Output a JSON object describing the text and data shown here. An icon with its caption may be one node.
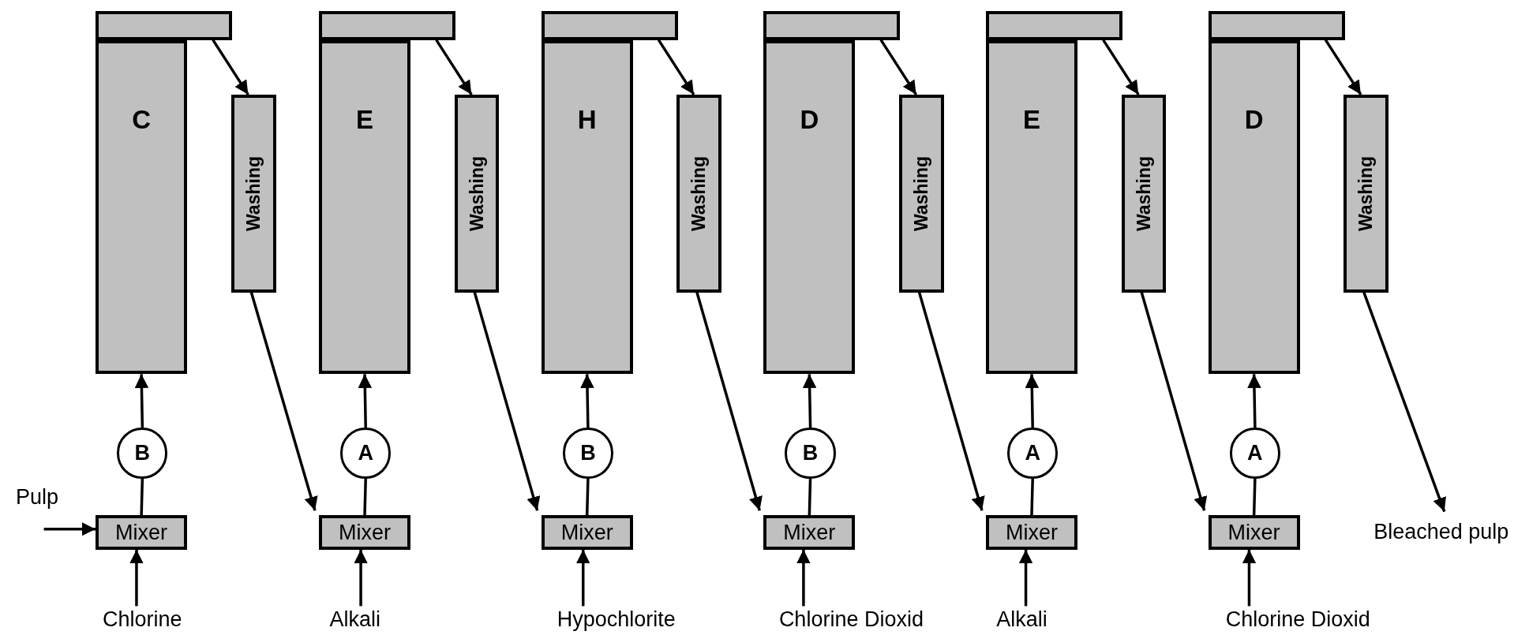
{
  "diagram": {
    "nodes": [
      {
        "text": [
          "C"
        ]
      },
      {
        "text": [],
        "shape": "box"
      },
      {
        "text": [
          "Washing"
        ]
      },
      {
        "text": [
          "B"
        ]
      },
      {
        "text": [
          "Mixer"
        ]
      },
      {
        "text": [
          "Chlorine"
        ]
      },
      {
        "text": [
          "E"
        ]
      },
      {
        "text": [],
        "shape": "box"
      },
      {
        "text": [
          "Washing"
        ]
      },
      {
        "text": [
          "A"
        ]
      },
      {
        "text": [
          "Mixer"
        ]
      },
      {
        "text": [
          "Alkali"
        ]
      },
      {
        "text": [
          "H"
        ]
      },
      {
        "text": [],
        "shape": "box"
      },
      {
        "text": [
          "Washing"
        ]
      },
      {
        "text": [
          "B"
        ]
      },
      {
        "text": [
          "Mixer"
        ]
      },
      {
        "text": [
          "Hypochlorite"
        ]
      },
      {
        "text": [
          "D"
        ]
      },
      {
        "text": [],
        "shape": "box"
      },
      {
        "text": [
          "Washing"
        ]
      },
      {
        "text": [
          "B"
        ]
      },
      {
        "text": [
          "Mixer"
        ]
      },
      {
        "text": [
          "Chlorine Dioxid"
        ]
      },
      {
        "text": [
          "E"
        ]
      },
      {
        "text": [],
        "shape": "box"
      },
      {
        "text": [
          "Washing"
        ]
      },
      {
        "text": [
          "A"
        ]
      },
      {
        "text": [
          "Mixer"
        ]
      },
      {
        "text": [
          "Alkali"
        ]
      },
      {
        "text": [
          "D"
        ]
      },
      {
        "text": [],
        "shape": "box"
      },
      {
        "text": [
          "Washing"
        ]
      },
      {
        "text": [
          "A"
        ]
      },
      {
        "text": [
          "Mixer"
        ]
      },
      {
        "text": [
          "Chlorine Dioxid"
        ]
      },
      {
        "text": [
          "Pulp"
        ]
      },
      {
        "text": [
          "Bleached pulp"
        ]
      }
    ],
    "edges": [
      {
        "from": 36,
        "to": 4,
        "arrow": "to"
      },
      {
        "from": 5,
        "to": 4,
        "arrow": "to"
      },
      {
        "from": 4,
        "to": 3,
        "arrow": "none"
      },
      {
        "from": 3,
        "to": 0,
        "arrow": "to"
      },
      {
        "from": 1,
        "to": 2,
        "arrow": "to"
      },
      {
        "from": 2,
        "to": 10,
        "arrow": "to"
      },
      {
        "from": 11,
        "to": 10,
        "arrow": "to"
      },
      {
        "from": 10,
        "to": 9,
        "arrow": "none"
      },
      {
        "from": 9,
        "to": 6,
        "arrow": "to"
      },
      {
        "from": 7,
        "to": 8,
        "arrow": "to"
      },
      {
        "from": 8,
        "to": 16,
        "arrow": "to"
      },
      {
        "from": 17,
        "to": 16,
        "arrow": "to"
      },
      {
        "from": 16,
        "to": 15,
        "arrow": "none"
      },
      {
        "from": 15,
        "to": 12,
        "arrow": "to"
      },
      {
        "from": 13,
        "to": 14,
        "arrow": "to"
      },
      {
        "from": 14,
        "to": 22,
        "arrow": "to"
      },
      {
        "from": 23,
        "to": 22,
        "arrow": "to"
      },
      {
        "from": 22,
        "to": 21,
        "arrow": "none"
      },
      {
        "from": 21,
        "to": 18,
        "arrow": "to"
      },
      {
        "from": 19,
        "to": 20,
        "arrow": "to"
      },
      {
        "from": 20,
        "to": 28,
        "arrow": "to"
      },
      {
        "from": 29,
        "to": 28,
        "arrow": "to"
      },
      {
        "from": 28,
        "to": 27,
        "arrow": "none"
      },
      {
        "from": 27,
        "to": 24,
        "arrow": "to"
      },
      {
        "from": 25,
        "to": 26,
        "arrow": "to"
      },
      {
        "from": 26,
        "to": 34,
        "arrow": "to"
      },
      {
        "from": 35,
        "to": 34,
        "arrow": "to"
      },
      {
        "from": 34,
        "to": 33,
        "arrow": "none"
      },
      {
        "from": 33,
        "to": 30,
        "arrow": "to"
      },
      {
        "from": 31,
        "to": 32,
        "arrow": "to"
      },
      {
        "from": 32,
        "to": 37,
        "arrow": "to"
      }
    ]
  }
}
